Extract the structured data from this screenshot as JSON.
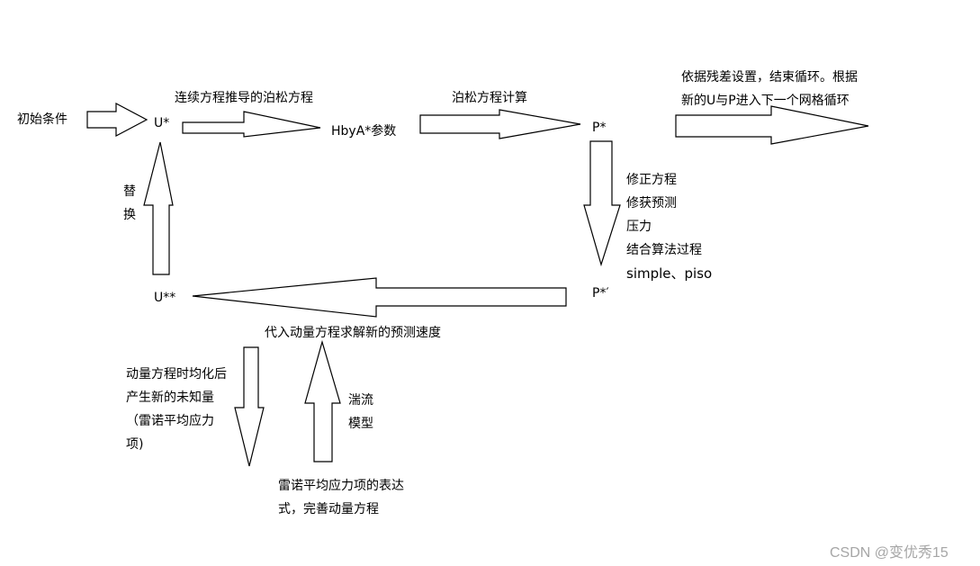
{
  "nodes": {
    "initial_condition": "初始条件",
    "u_star": "U*",
    "hbya": "HbyA*参数",
    "p_star": "P*",
    "p_star_prime": "P*′",
    "u_double_star": "U**"
  },
  "labels": {
    "continuity_poisson": "连续方程推导的泊松方程",
    "poisson_calc": "泊松方程计算",
    "residual_line1": "依据残差设置，结束循环。根据",
    "residual_line2": "新的U与P进入下一个网格循环",
    "correct_line1": "修正方程",
    "correct_line2": "修获预测",
    "correct_line3": "压力",
    "correct_line4": "结合算法过程",
    "correct_line5": "simple、piso",
    "replace_line1": "替",
    "replace_line2": "换",
    "momentum_solve": "代入动量方程求解新的预测速度",
    "averaging_line1": "动量方程时均化后",
    "averaging_line2": "产生新的未知量",
    "averaging_line3": "（雷诺平均应力",
    "averaging_line4": "项)",
    "turbulence_line1": "湍流",
    "turbulence_line2": "模型",
    "reynolds_line1": "雷诺平均应力项的表达",
    "reynolds_line2": "式，完善动量方程"
  },
  "watermark": "CSDN @变优秀15"
}
